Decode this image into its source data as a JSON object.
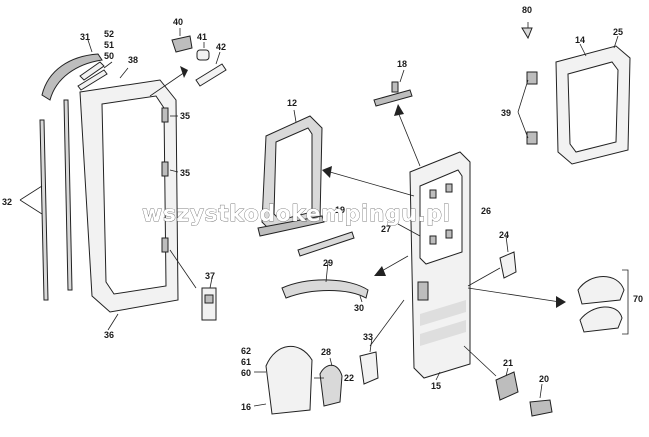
{
  "watermark": "wszystkodokempingu.pl",
  "callouts": {
    "c80": "80",
    "c14": "14",
    "c25": "25",
    "c39": "39",
    "c18": "18",
    "c12": "12",
    "c40": "40",
    "c41": "41",
    "c42": "42",
    "c31": "31",
    "c52": "52",
    "c51": "51",
    "c50": "50",
    "c38": "38",
    "c35a": "35",
    "c35b": "35",
    "c32": "32",
    "c36": "36",
    "c37": "37",
    "c19": "19",
    "c26": "26",
    "c27": "27",
    "c24": "24",
    "c29": "29",
    "c30": "30",
    "c70": "70",
    "c33": "33",
    "c28": "28",
    "c22": "22",
    "c62": "62",
    "c61": "61",
    "c60": "60",
    "c16": "16",
    "c15": "15",
    "c21": "21",
    "c20": "20"
  }
}
